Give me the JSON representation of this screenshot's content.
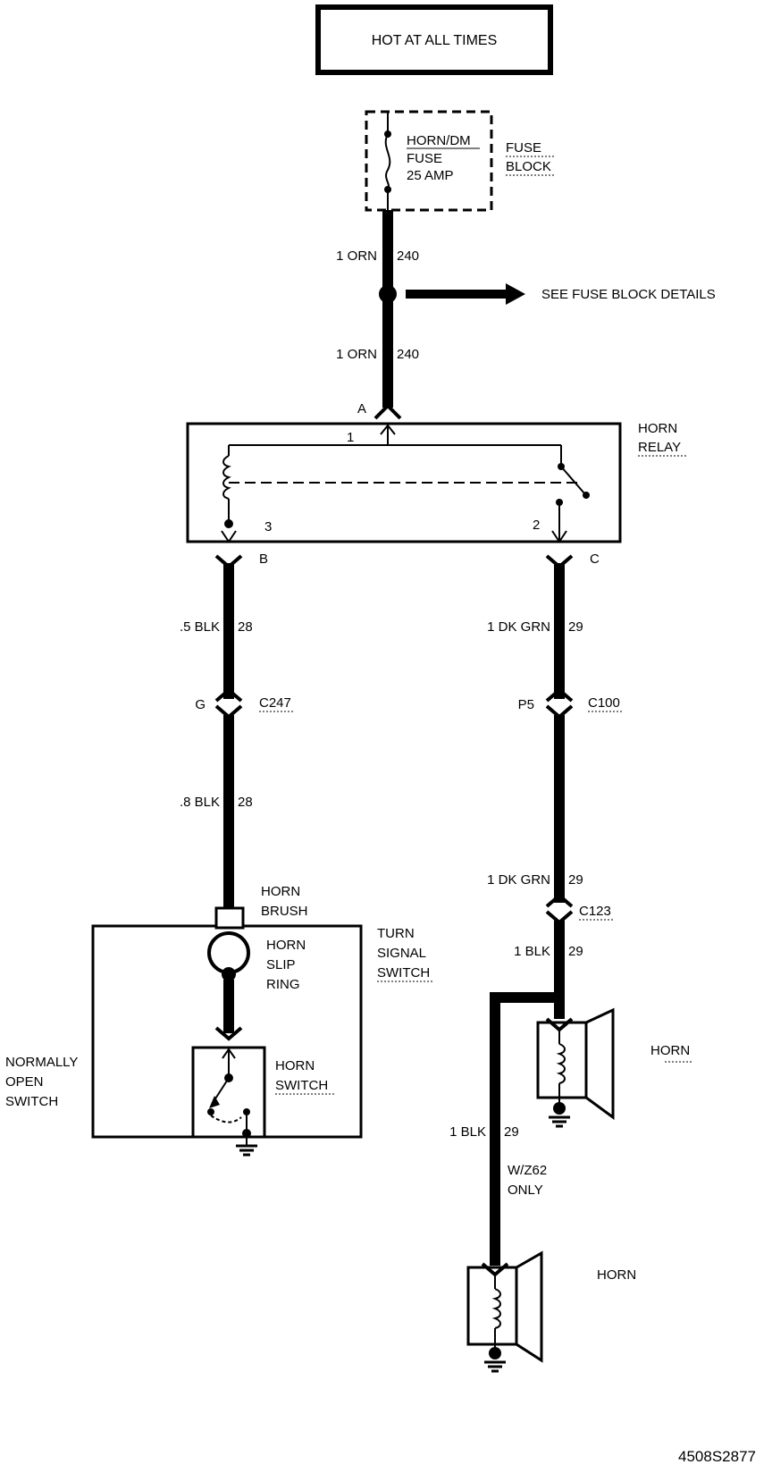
{
  "header": {
    "power_label": "HOT AT ALL TIMES"
  },
  "fuse": {
    "name": "HORN/DM",
    "type": "FUSE",
    "rating": "25 AMP",
    "block_line1": "FUSE",
    "block_line2": "BLOCK"
  },
  "wires": {
    "w240_upper_size_color": "1 ORN",
    "w240_upper_circuit": "240",
    "w240_lower_size_color": "1 ORN",
    "w240_lower_circuit": "240",
    "w28_upper_size_color": ".5 BLK",
    "w28_upper_circuit": "28",
    "w28_lower_size_color": ".8 BLK",
    "w28_lower_circuit": "28",
    "w29_upper_size_color": "1 DK GRN",
    "w29_upper_circuit": "29",
    "w29_mid_size_color": "1 DK GRN",
    "w29_mid_circuit": "29",
    "w29_lower_size_color": "1 BLK",
    "w29_lower_circuit": "29",
    "w29_branch_size_color": "1 BLK",
    "w29_branch_circuit": "29"
  },
  "splice": {
    "details_label": "SEE FUSE BLOCK DETAILS"
  },
  "relay": {
    "name_line1": "HORN",
    "name_line2": "RELAY",
    "pin_a": "A",
    "pin_b": "B",
    "pin_c": "C",
    "terminal_1": "1",
    "terminal_2": "2",
    "terminal_3": "3"
  },
  "connectors": {
    "c247_pin": "G",
    "c247_id": "C247",
    "c100_pin": "P5",
    "c100_id": "C100",
    "c123_id": "C123"
  },
  "turn_signal_switch": {
    "line1": "TURN",
    "line2": "SIGNAL",
    "line3": "SWITCH",
    "brush_line1": "HORN",
    "brush_line2": "BRUSH",
    "slip_line1": "HORN",
    "slip_line2": "SLIP",
    "slip_line3": "RING",
    "switch_line1": "HORN",
    "switch_line2": "SWITCH"
  },
  "normally_open": {
    "line1": "NORMALLY",
    "line2": "OPEN",
    "line3": "SWITCH"
  },
  "horns": {
    "horn1_label": "HORN",
    "horn2_label": "HORN",
    "option_line1": "W/Z62",
    "option_line2": "ONLY"
  },
  "figure_code": "4508S2877"
}
